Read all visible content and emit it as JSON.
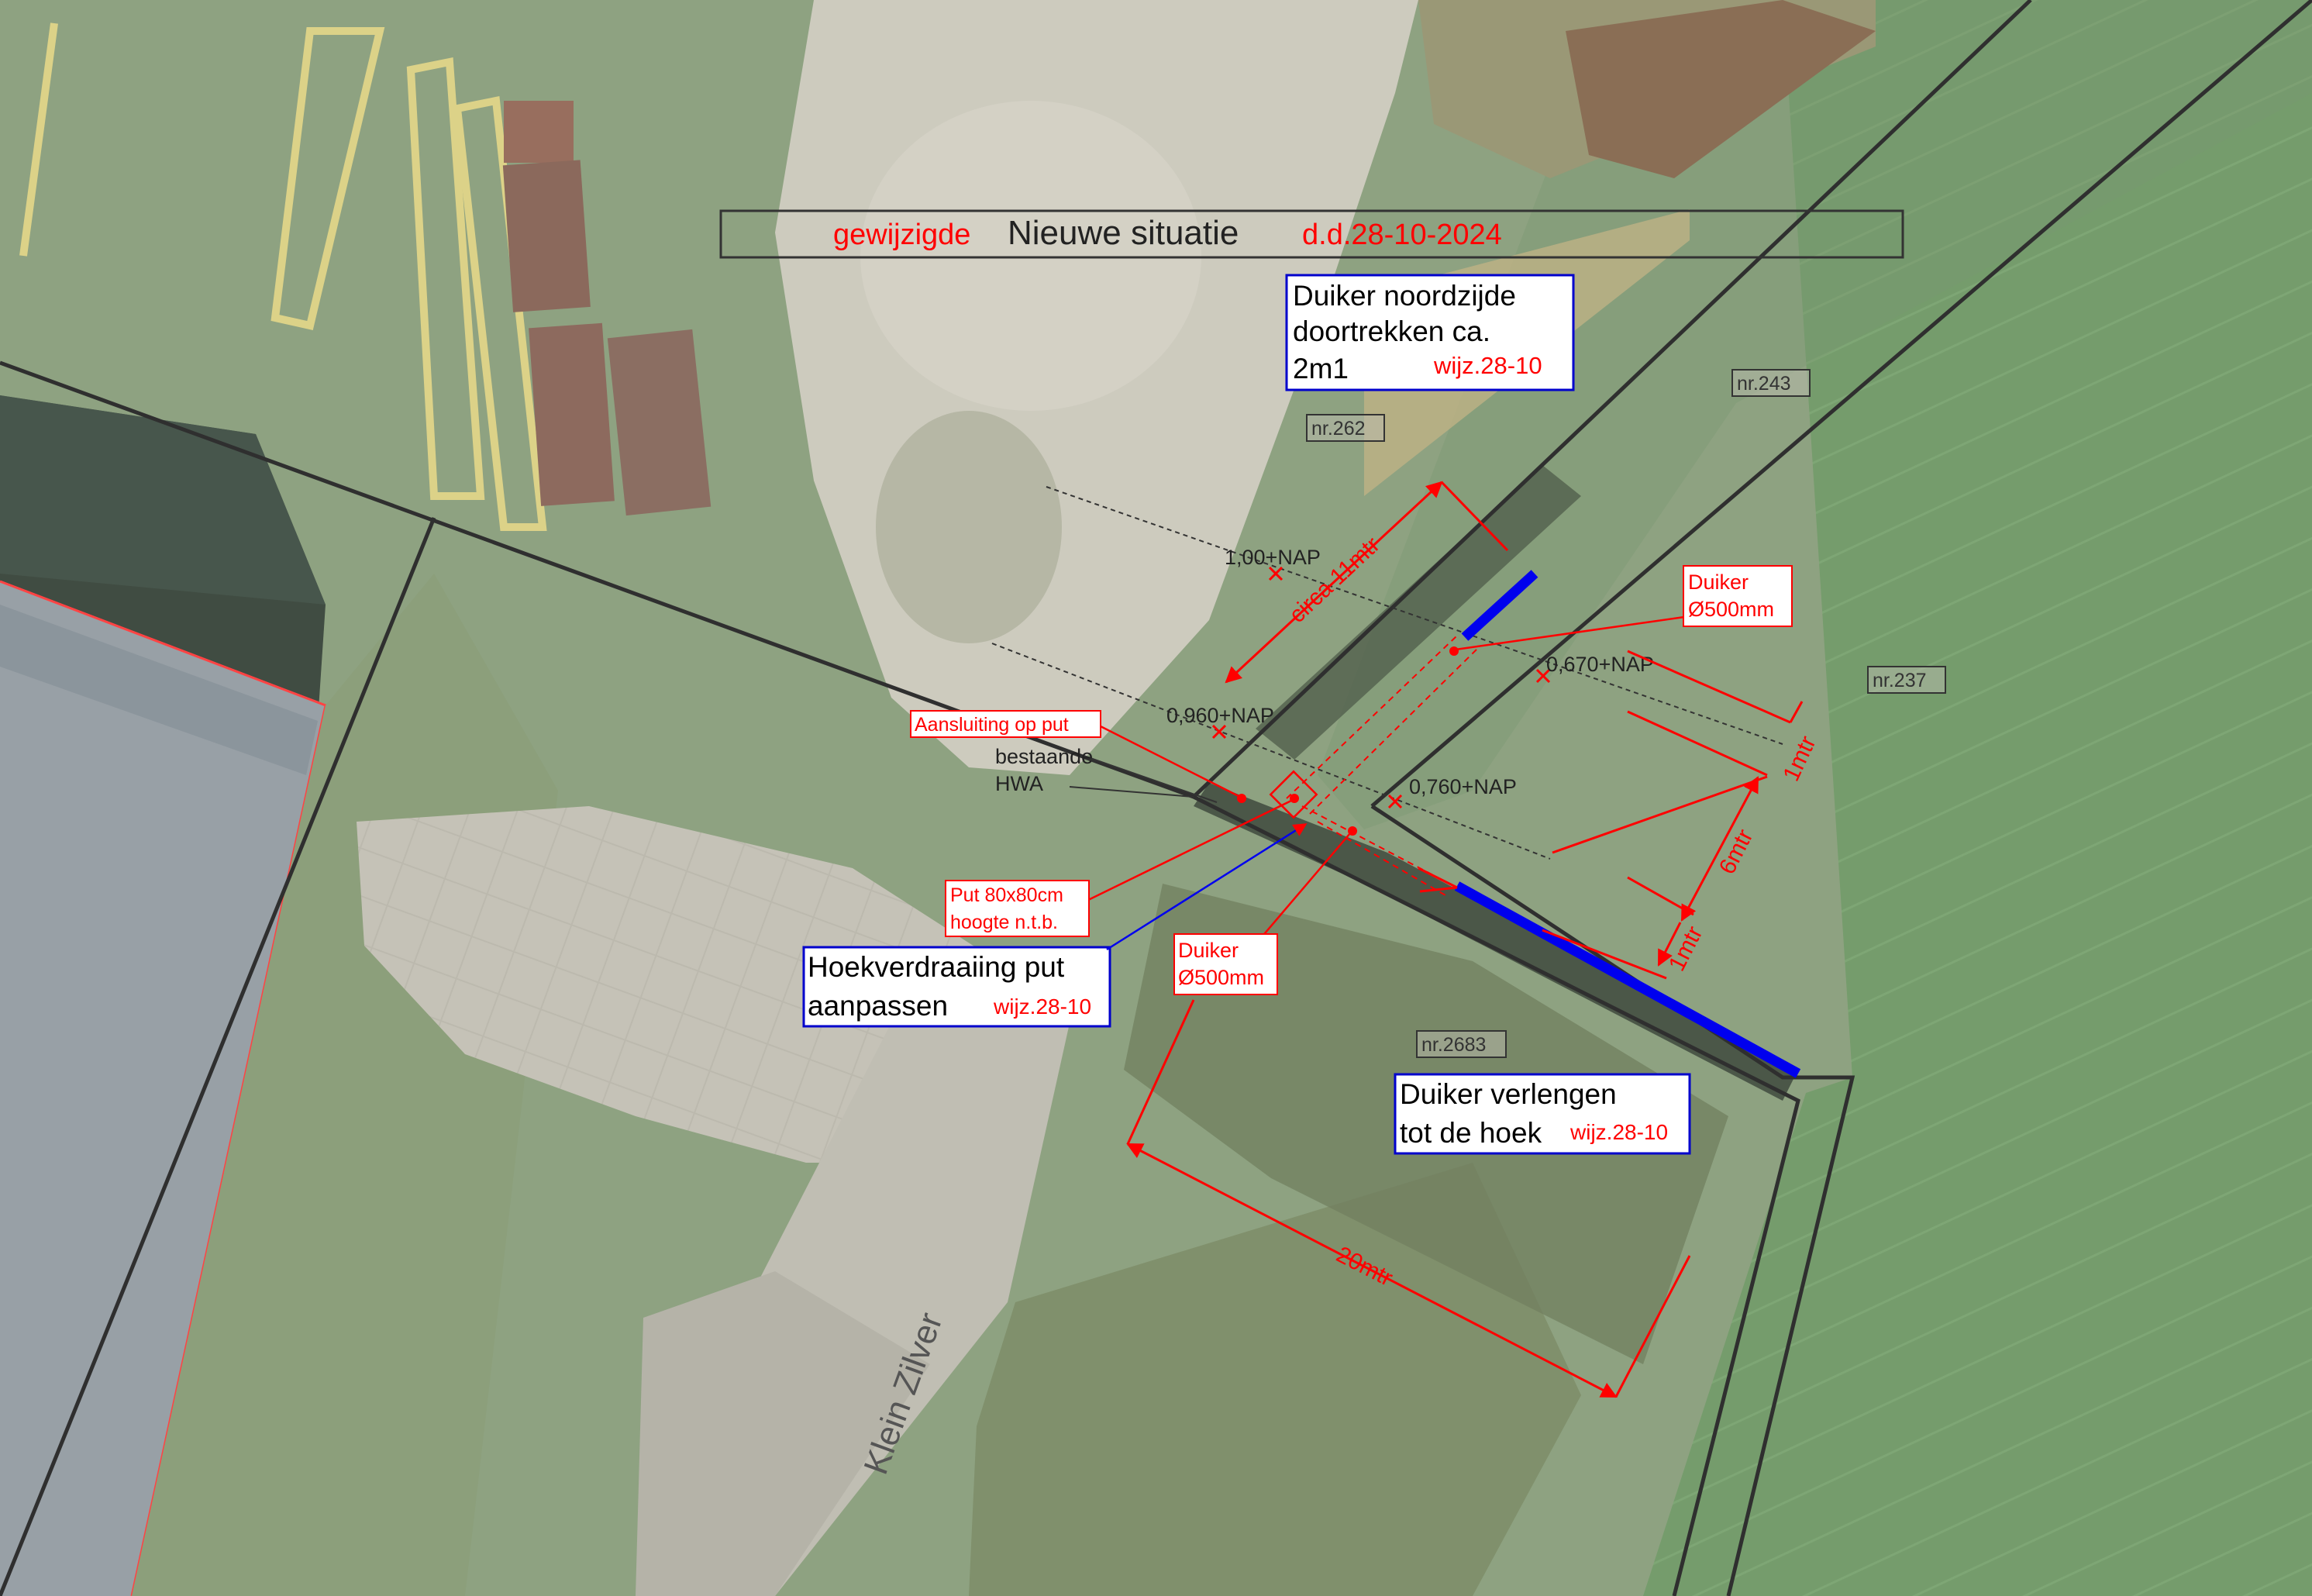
{
  "title": {
    "prefix": "gewijzigde",
    "main": "Nieuwe situatie",
    "date": "d.d.28-10-2024"
  },
  "notes": {
    "north": {
      "line1": "Duiker noordzijde",
      "line2": "doortrekken ca.",
      "line3": "2m1",
      "tag": "wijz.28-10"
    },
    "corner_rotation": {
      "line1": "Hoekverdraaiing put",
      "line2": "aanpassen",
      "tag": "wijz.28-10"
    },
    "extend": {
      "line1": "Duiker verlengen",
      "line2": "tot de hoek",
      "tag": "wijz.28-10"
    }
  },
  "parcels": {
    "p262": "nr.262",
    "p243": "nr.243",
    "p237": "nr.237",
    "p2683": "nr.2683"
  },
  "levels": {
    "l1": "1,00+NAP",
    "l2": "0,670+NAP",
    "l3": "0,960+NAP",
    "l4": "0,760+NAP"
  },
  "callouts": {
    "aansluiting": "Aansluiting op put",
    "hwa_line1": "bestaande",
    "hwa_line2": "HWA",
    "put_line1": "Put 80x80cm",
    "put_line2": "hoogte n.t.b.",
    "duiker_ne_line1": "Duiker",
    "duiker_ne_line2": "Ø500mm",
    "duiker_s_line1": "Duiker",
    "duiker_s_line2": "Ø500mm"
  },
  "dimensions": {
    "circa": "circa 11mtr",
    "one_a": "1mtr",
    "six": "6mtr",
    "one_b": "1mtr",
    "twenty": "20mtr"
  },
  "street": "Klein Zilver",
  "colors": {
    "annotation_red": "#ff0000",
    "culvert_blue": "#0000ff",
    "note_border_blue": "#0000cc",
    "boundary": "#333333",
    "grass": "#6f8f5c",
    "field": "#5f8f55",
    "paving": "#b4b1a4",
    "water": "#2c3a30",
    "roof": "#8a949a"
  }
}
